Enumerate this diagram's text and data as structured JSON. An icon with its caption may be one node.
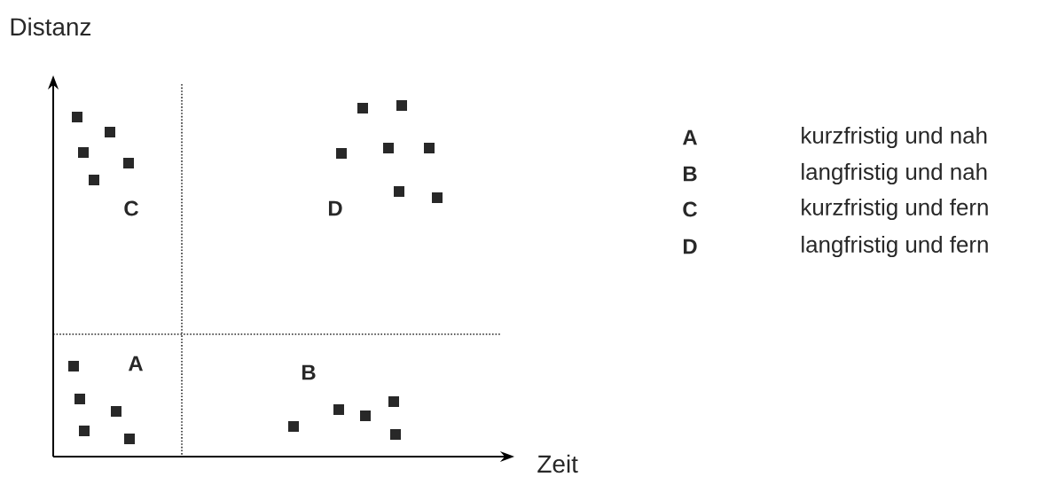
{
  "diagram": {
    "labels": [
      "Distanz",
      "C",
      "D",
      "A",
      "B",
      "Zeit",
      "A",
      "kurzfristig und nah",
      "B",
      "langfristig und nah",
      "C",
      "kurzfristig und fern",
      "D",
      "langfristig und fern"
    ]
  }
}
